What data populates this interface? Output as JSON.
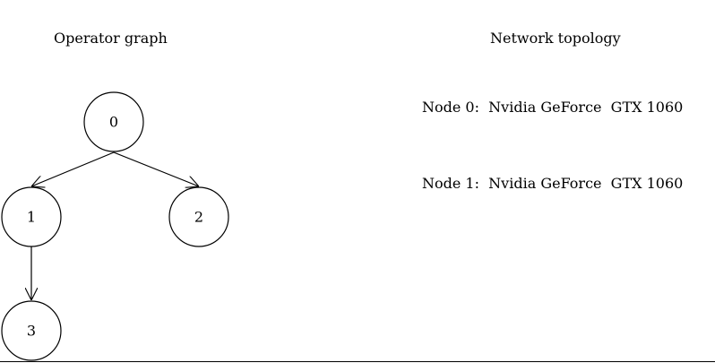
{
  "operator_graph": {
    "title": "Operator graph",
    "nodes": [
      {
        "id": "0",
        "label": "0"
      },
      {
        "id": "1",
        "label": "1"
      },
      {
        "id": "2",
        "label": "2"
      },
      {
        "id": "3",
        "label": "3"
      }
    ],
    "edges": [
      {
        "from": "0",
        "to": "1"
      },
      {
        "from": "0",
        "to": "2"
      },
      {
        "from": "1",
        "to": "3"
      }
    ]
  },
  "network_topology": {
    "title": "Network topology",
    "nodes": [
      {
        "label": "Node 0:  Nvidia GeForce  GTX 1060"
      },
      {
        "label": "Node 1:  Nvidia GeForce  GTX 1060"
      }
    ]
  }
}
